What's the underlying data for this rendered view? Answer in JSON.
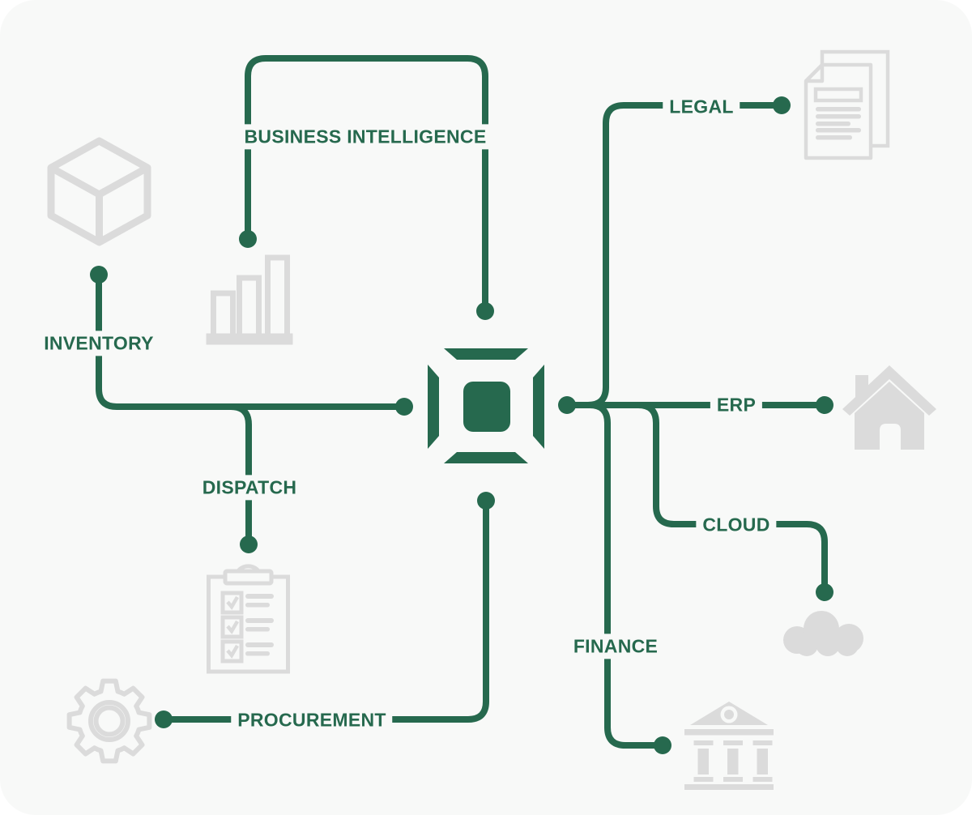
{
  "colors": {
    "accent": "#26694E",
    "panel_bg": "#F8F9F8",
    "icon_grey": "#DBDBDB",
    "page_bg": "#FFFFFF"
  },
  "center": {
    "icon": "hub-chip-icon"
  },
  "nodes": {
    "business_intelligence": {
      "label": "BUSINESS INTELLIGENCE",
      "icon": "bar-chart-icon"
    },
    "legal": {
      "label": "LEGAL",
      "icon": "documents-icon"
    },
    "erp": {
      "label": "ERP",
      "icon": "house-icon"
    },
    "cloud": {
      "label": "CLOUD",
      "icon": "cloud-icon"
    },
    "finance": {
      "label": "FINANCE",
      "icon": "bank-icon"
    },
    "inventory": {
      "label": "INVENTORY",
      "icon": "cube-icon"
    },
    "dispatch": {
      "label": "DISPATCH",
      "icon": "clipboard-checklist-icon"
    },
    "procurement": {
      "label": "PROCUREMENT",
      "icon": "gear-icon"
    }
  }
}
